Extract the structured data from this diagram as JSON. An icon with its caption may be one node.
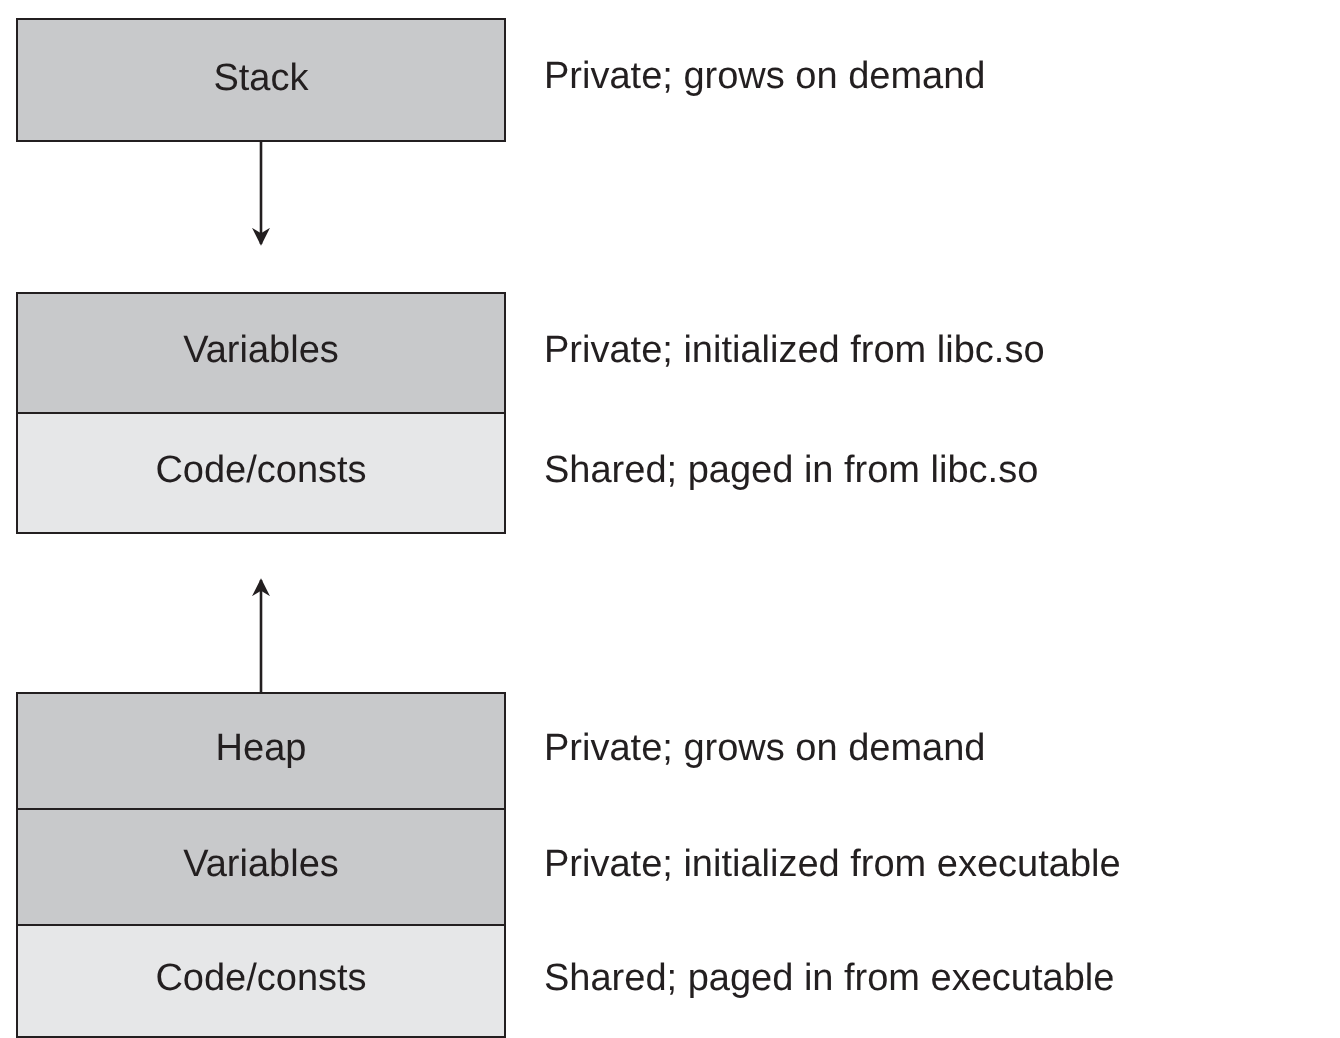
{
  "diagram": {
    "nodes": [
      {
        "text": [
          "Stack"
        ],
        "beside": [
          "Private; grows on demand"
        ]
      },
      {
        "text": [
          "Variables"
        ],
        "beside": [
          "Private; initialized from libc.so"
        ]
      },
      {
        "text": [
          "Code/consts"
        ],
        "beside": [
          "Shared; paged in from libc.so"
        ]
      },
      {
        "text": [
          "Heap"
        ],
        "beside": [
          "Private; grows on demand"
        ]
      },
      {
        "text": [
          "Variables"
        ],
        "beside": [
          "Private; initialized from executable"
        ]
      },
      {
        "text": [
          "Code/consts"
        ],
        "beside": [
          "Shared; paged in from executable"
        ]
      }
    ],
    "edges": [
      {
        "from": 0,
        "to": 1,
        "arrow": "to"
      },
      {
        "from": 3,
        "to": 2,
        "arrow": "to"
      }
    ]
  }
}
